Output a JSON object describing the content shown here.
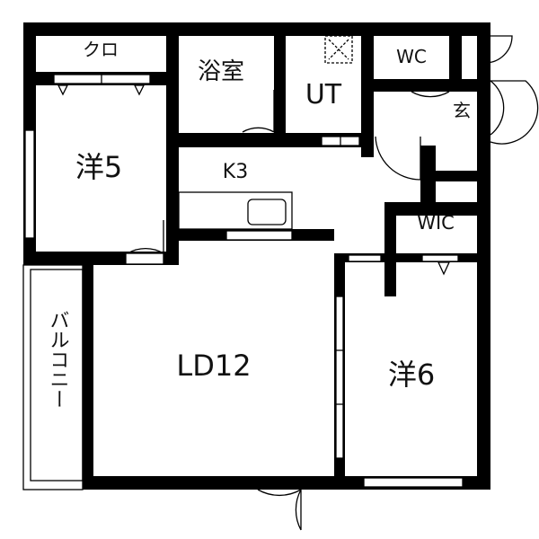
{
  "rooms": {
    "closet": "クロ",
    "bath": "浴室",
    "utility": "UT",
    "toilet": "WC",
    "entrance": "玄",
    "kitchen": "K3",
    "western5": "洋5",
    "wic": "WIC",
    "living": "LD12",
    "western6": "洋6",
    "balcony": "バルコニー"
  }
}
